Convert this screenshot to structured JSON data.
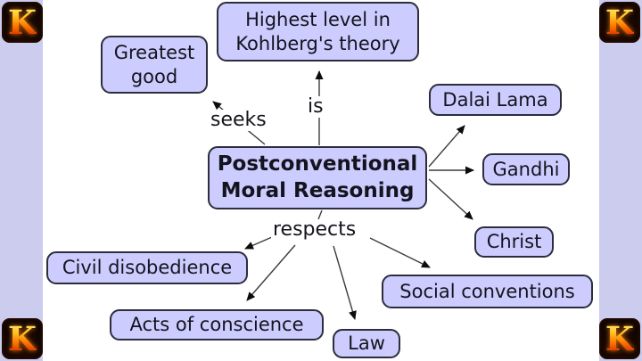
{
  "colors": {
    "nodeFill": "#ccccff",
    "nodeBorder": "#2d2d3d",
    "strip": "#ccccee",
    "line": "#3c3c3c",
    "ink": "#14141e",
    "flame": "#ff7d00"
  },
  "logo": {
    "letter": "K"
  },
  "concept_map": {
    "nodes": {
      "center": {
        "label": "Postconventional Moral Reasoning"
      },
      "highest": {
        "label": "Highest level in Kohlberg's theory"
      },
      "greatest": {
        "label": "Greatest good"
      },
      "dalai": {
        "label": "Dalai Lama"
      },
      "gandhi": {
        "label": "Gandhi"
      },
      "christ": {
        "label": "Christ"
      },
      "civil": {
        "label": "Civil disobedience"
      },
      "acts": {
        "label": "Acts of conscience"
      },
      "law": {
        "label": "Law"
      },
      "social": {
        "label": "Social conventions"
      }
    },
    "links": {
      "is": {
        "label": "is",
        "from": "center",
        "to": "highest"
      },
      "seeks": {
        "label": "seeks",
        "from": "center",
        "to": "greatest"
      },
      "respects": {
        "label": "respects",
        "from": "center",
        "to": [
          "civil",
          "acts",
          "law",
          "social"
        ]
      },
      "examples": {
        "label": "",
        "from": "center",
        "to": [
          "dalai",
          "gandhi",
          "christ"
        ]
      }
    }
  }
}
